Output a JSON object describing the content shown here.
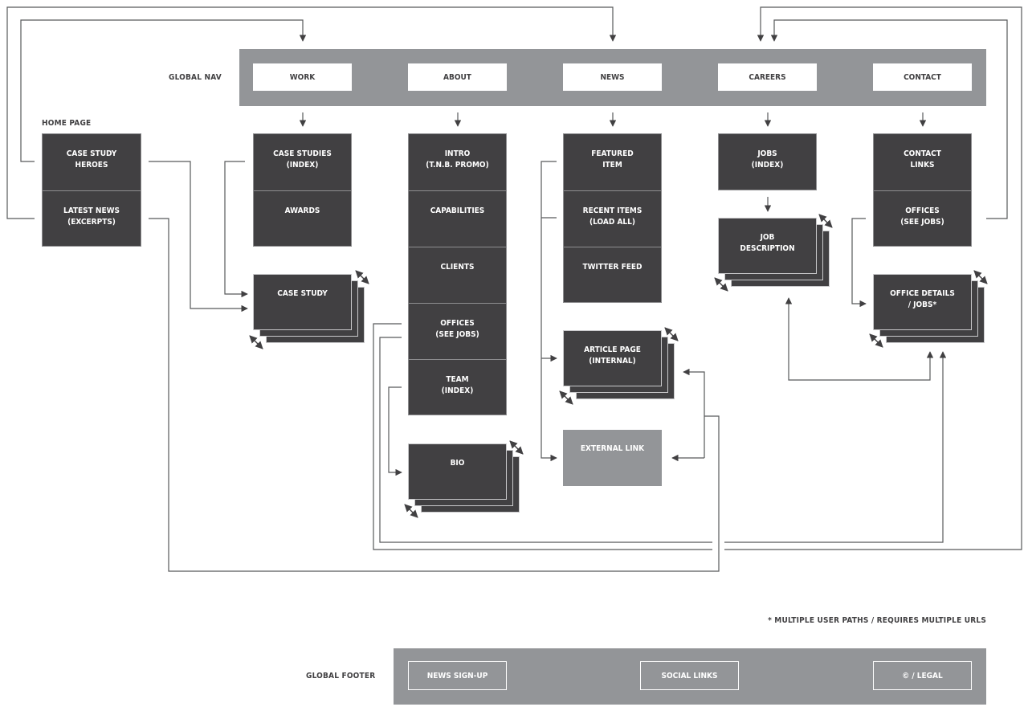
{
  "colors": {
    "box": "#414042",
    "bar": "#939598",
    "line": "#58595b",
    "text": "#414042"
  },
  "labels": {
    "global_nav": "GLOBAL NAV",
    "home_page": "HOME PAGE",
    "global_footer": "GLOBAL FOOTER"
  },
  "nav": [
    "WORK",
    "ABOUT",
    "NEWS",
    "CAREERS",
    "CONTACT"
  ],
  "home": [
    "CASE STUDY\nHEROES",
    "LATEST NEWS\n(EXCERPTS)"
  ],
  "work": [
    "CASE STUDIES\n(INDEX)",
    "AWARDS"
  ],
  "about": [
    "INTRO\n(T.N.B. PROMO)",
    "CAPABILITIES",
    "CLIENTS",
    "OFFICES\n(SEE JOBS)",
    "TEAM\n(INDEX)"
  ],
  "news": [
    "FEATURED\nITEM",
    "RECENT ITEMS\n(LOAD ALL)",
    "TWITTER FEED"
  ],
  "careers": [
    "JOBS\n(INDEX)"
  ],
  "contact": [
    "CONTACT\nLINKS",
    "OFFICES\n(SEE JOBS)"
  ],
  "detail_pages": {
    "case_study": "CASE STUDY",
    "job_description": "JOB\nDESCRIPTION",
    "office_details": "OFFICE DETAILS\n/ JOBS*",
    "article_page": "ARTICLE PAGE\n(INTERNAL)",
    "bio": "BIO",
    "external_link": "EXTERNAL LINK"
  },
  "footnote": "* MULTIPLE USER PATHS / REQUIRES MULTIPLE URLS",
  "footer": [
    "NEWS SIGN-UP",
    "SOCIAL LINKS",
    "© / LEGAL"
  ],
  "icons": {
    "expand": "diagonal-double-arrow-icon",
    "arrow": "arrow-head-icon"
  }
}
